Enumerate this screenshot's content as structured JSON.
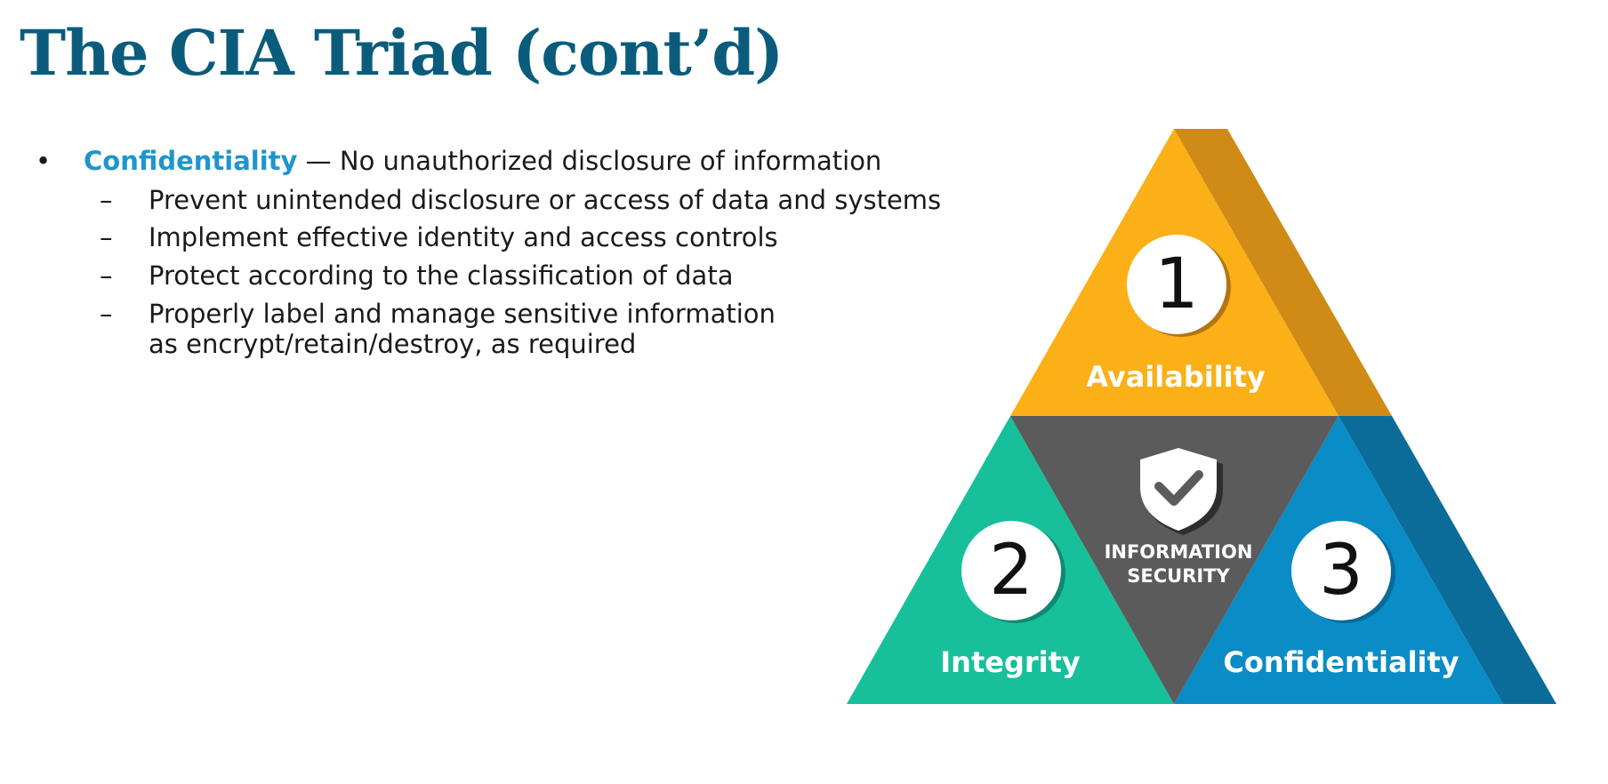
{
  "slide": {
    "title": "The CIA Triad (cont’d)"
  },
  "bullets": {
    "bullet_glyph": "•",
    "dash_glyph": "–",
    "main": {
      "term": "Confidentiality",
      "rest": " — No unauthorized disclosure of information"
    },
    "sub": [
      "Prevent unintended disclosure or access of data and systems",
      "Implement effective identity and access controls",
      "Protect according to the classification of data",
      "Properly label and manage sensitive information",
      "as encrypt/retain/destroy, as required"
    ]
  },
  "diagram": {
    "segments": [
      {
        "number": "1",
        "label": "Availability",
        "color": "#fbb018",
        "shade": "#cf8b16"
      },
      {
        "number": "2",
        "label": "Integrity",
        "color": "#18bf9b",
        "shade": "#0f9a7d"
      },
      {
        "number": "3",
        "label": "Confidentiality",
        "color": "#0a8cc6",
        "shade": "#0b6c9a"
      }
    ],
    "center": {
      "line1": "INFORMATION",
      "line2": "SECURITY",
      "icon": "shield-check-icon",
      "color": "#5b5b5b"
    }
  }
}
